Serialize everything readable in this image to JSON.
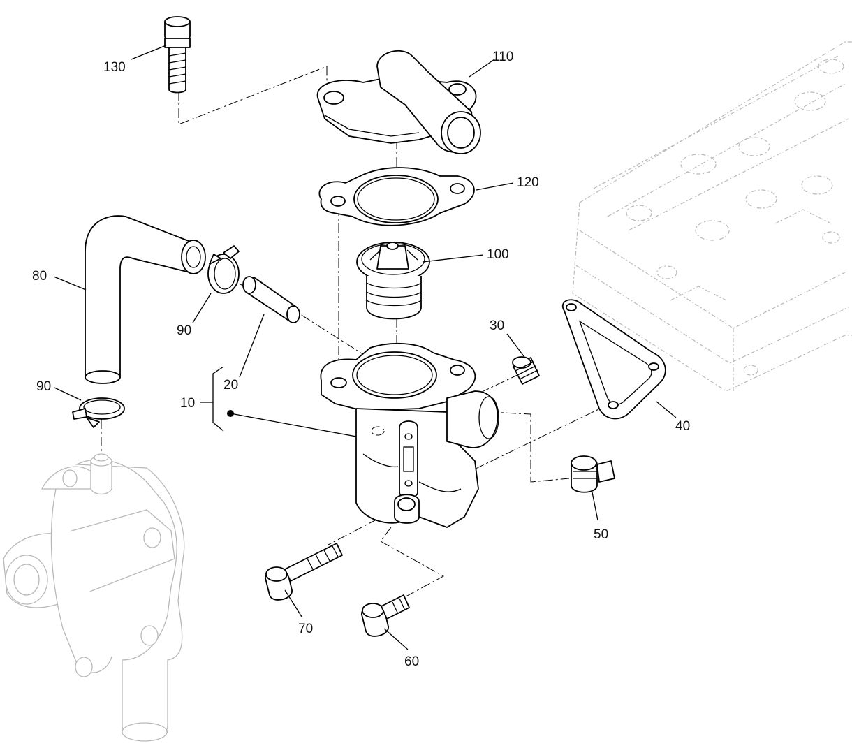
{
  "diagram": {
    "callouts": [
      {
        "id": "130",
        "label": "130"
      },
      {
        "id": "110",
        "label": "110"
      },
      {
        "id": "120",
        "label": "120"
      },
      {
        "id": "100",
        "label": "100"
      },
      {
        "id": "80",
        "label": "80"
      },
      {
        "id": "90a",
        "label": "90"
      },
      {
        "id": "90b",
        "label": "90"
      },
      {
        "id": "20",
        "label": "20"
      },
      {
        "id": "10",
        "label": "10"
      },
      {
        "id": "30",
        "label": "30"
      },
      {
        "id": "40",
        "label": "40"
      },
      {
        "id": "50",
        "label": "50"
      },
      {
        "id": "70",
        "label": "70"
      },
      {
        "id": "60",
        "label": "60"
      }
    ]
  }
}
